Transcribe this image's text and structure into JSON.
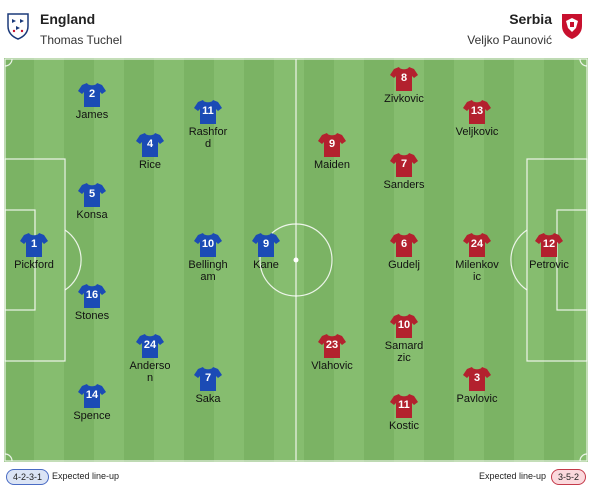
{
  "home": {
    "team": "England",
    "coach": "Thomas Tuchel",
    "formation": "4-2-3-1",
    "lineup_label": "Expected line-up",
    "kit_color": "#1b4bb5",
    "players": [
      {
        "number": "1",
        "name": "Pickford"
      },
      {
        "number": "2",
        "name": "James"
      },
      {
        "number": "5",
        "name": "Konsa"
      },
      {
        "number": "16",
        "name": "Stones"
      },
      {
        "number": "14",
        "name": "Spence"
      },
      {
        "number": "4",
        "name": "Rice"
      },
      {
        "number": "24",
        "name": "Anderson"
      },
      {
        "number": "11",
        "name": "Rashford"
      },
      {
        "number": "10",
        "name": "Bellingham"
      },
      {
        "number": "7",
        "name": "Saka"
      },
      {
        "number": "9",
        "name": "Kane"
      }
    ]
  },
  "away": {
    "team": "Serbia",
    "coach": "Veljko Paunović",
    "formation": "3-5-2",
    "lineup_label": "Expected line-up",
    "kit_color": "#b3212e",
    "players": [
      {
        "number": "12",
        "name": "Petrovic"
      },
      {
        "number": "13",
        "name": "Veljkovic"
      },
      {
        "number": "24",
        "name": "Milenkovic"
      },
      {
        "number": "3",
        "name": "Pavlovic"
      },
      {
        "number": "8",
        "name": "Zivkovic"
      },
      {
        "number": "7",
        "name": "Sanders"
      },
      {
        "number": "6",
        "name": "Gudelj"
      },
      {
        "number": "10",
        "name": "Samardzic"
      },
      {
        "number": "11",
        "name": "Kostic"
      },
      {
        "number": "9",
        "name": "Maiden"
      },
      {
        "number": "23",
        "name": "Vlahovic"
      }
    ]
  },
  "colors": {
    "pitch_light": "#86bd6f",
    "pitch_dark": "#7bb364",
    "lines": "#ffffff"
  }
}
